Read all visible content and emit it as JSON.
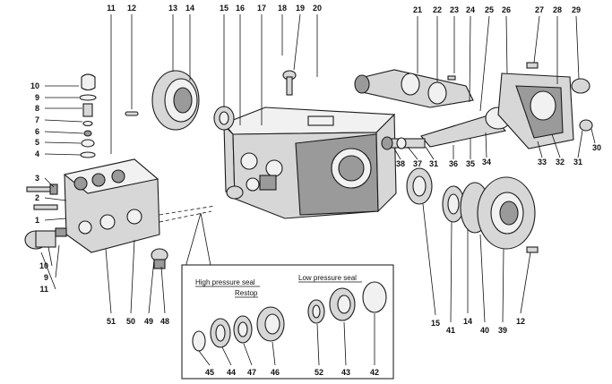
{
  "diagram": {
    "inset": {
      "high_pressure_label": "High pressure seal",
      "restop_label": "Restop",
      "low_pressure_label": "Low pressure seal"
    },
    "top_labels": [
      "11",
      "12",
      "13",
      "14",
      "15",
      "16",
      "17",
      "18",
      "19",
      "20",
      "21",
      "22",
      "23",
      "24",
      "25",
      "26",
      "27",
      "28",
      "29"
    ],
    "left_labels": [
      "10",
      "9",
      "8",
      "7",
      "6",
      "5",
      "4",
      "3",
      "2",
      "1",
      "10",
      "9",
      "11"
    ],
    "right_labels": [
      "38",
      "37",
      "31",
      "36",
      "35",
      "34",
      "33",
      "32",
      "31",
      "30"
    ],
    "bottom_labels": [
      "51",
      "50",
      "49",
      "48",
      "15",
      "41",
      "14",
      "40",
      "39",
      "12"
    ],
    "inset_labels": [
      "45",
      "44",
      "47",
      "46",
      "52",
      "43",
      "42"
    ]
  }
}
